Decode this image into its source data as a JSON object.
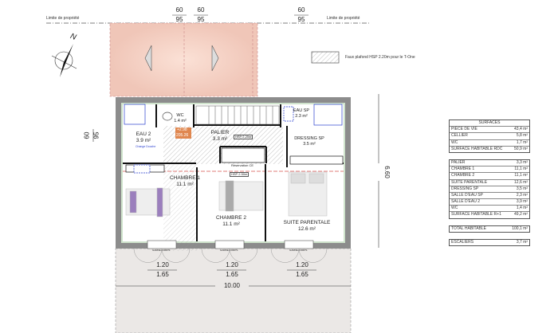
{
  "property_line": {
    "left_label": "Limite de propriété",
    "right_label": "Limite de propriété"
  },
  "top_dimensions": [
    {
      "upper": "60",
      "lower": "95"
    },
    {
      "upper": "60",
      "lower": "95"
    },
    {
      "upper": "60",
      "lower": "95"
    }
  ],
  "side_dimension": {
    "upper": "60",
    "lower": "95"
  },
  "north_label": "N",
  "legend": {
    "text": "Faux plafond HSP 2.20m pour le T-One"
  },
  "rooms": {
    "eau2": {
      "name": "EAU 2",
      "area": "3.9 m²"
    },
    "wc": {
      "name": "WC",
      "area": "1.4 m²"
    },
    "palier": {
      "name": "PALIER",
      "area": "3.3 m²"
    },
    "eau_sp": {
      "name": "EAU SP",
      "area": "2.3 m²"
    },
    "dressing": {
      "name": "DRESSING SP",
      "area": "3.5 m²"
    },
    "chambre1": {
      "name": "CHAMBRE 1",
      "area": "11.1 m²"
    },
    "chambre2": {
      "name": "CHAMBRE 2",
      "area": "11.1 m²"
    },
    "suite": {
      "name": "SUITE PARENTALE",
      "area": "12.6 m²"
    }
  },
  "annotations": {
    "stair_hsp": "HSP 2.20m",
    "ceiling_hsp": "HSP 2.50m",
    "reservation": "Réservation CE",
    "trap": "+2.98",
    "trap_sub": "205.26",
    "douche": "Change Douche",
    "garde_corps": "GARDE-CORPS"
  },
  "right_dimension": "6.60",
  "bottom_dimensions": {
    "windows": [
      {
        "upper": "1.20",
        "lower": "1.65"
      },
      {
        "upper": "1.20",
        "lower": "1.65"
      },
      {
        "upper": "1.20",
        "lower": "1.65"
      }
    ],
    "total": "10.00"
  },
  "surfaces_table": {
    "header": "SURFACES",
    "rdc": [
      {
        "label": "PIÈCE DE VIE",
        "value": "43,4",
        "unit": "m²"
      },
      {
        "label": "CELLIER",
        "value": "5,8",
        "unit": "m²"
      },
      {
        "label": "WC",
        "value": "1,7",
        "unit": "m²"
      },
      {
        "label": "SURFACE HABITABLE RDC",
        "value": "50,9",
        "unit": "m²"
      }
    ],
    "r1": [
      {
        "label": "PALIER",
        "value": "3,3",
        "unit": "m²"
      },
      {
        "label": "CHAMBRE 1",
        "value": "11,1",
        "unit": "m²"
      },
      {
        "label": "CHAMBRE 2",
        "value": "11,1",
        "unit": "m²"
      },
      {
        "label": "SUITE PARENTALE",
        "value": "12,6",
        "unit": "m²"
      },
      {
        "label": "DRESSING SP",
        "value": "3,5",
        "unit": "m²"
      },
      {
        "label": "SALLE D'EAU SP",
        "value": "2,3",
        "unit": "m²"
      },
      {
        "label": "SALLE D'EAU 2",
        "value": "3,9",
        "unit": "m²"
      },
      {
        "label": "WC",
        "value": "1,4",
        "unit": "m²"
      },
      {
        "label": "SURFACE HABITABLE R+1",
        "value": "49,2",
        "unit": "m²"
      }
    ],
    "total": {
      "label": "TOTAL HABITABLE",
      "value": "100,1",
      "unit": "m²"
    },
    "stairs": {
      "label": "ESCALIERS",
      "value": "3,7",
      "unit": "m²"
    }
  },
  "colors": {
    "roof": "#f3cfc3",
    "wall": "#8c8c8c",
    "terrace": "#ebe8e6",
    "accent_red": "#d9534f",
    "blue": "#2a3fd0"
  }
}
